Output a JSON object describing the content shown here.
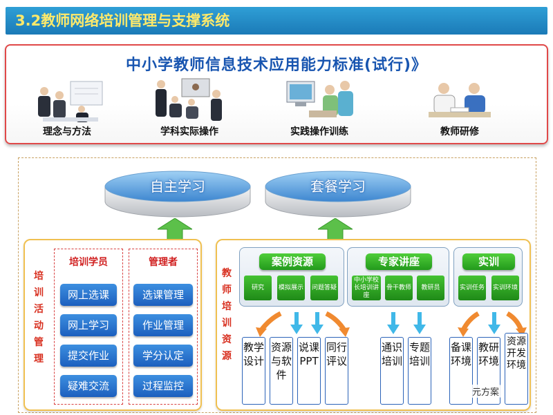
{
  "slide": {
    "title": "3.2教师网络培训管理与支撑系统"
  },
  "standard": {
    "title": "中小学教师信息技术应用能力标准(试行)》",
    "practices": [
      {
        "label": "理念与方法"
      },
      {
        "label": "学科实际操作"
      },
      {
        "label": "实践操作训练"
      },
      {
        "label": "教师研修"
      }
    ]
  },
  "platforms": {
    "self_study": "自主学习",
    "package_study": "套餐学习"
  },
  "training_management": {
    "label": "培训活动管理",
    "trainee_column": {
      "header": "培训学员",
      "items": [
        "网上选课",
        "网上学习",
        "提交作业",
        "疑难交流"
      ]
    },
    "admin_column": {
      "header": "管理者",
      "items": [
        "选课管理",
        "作业管理",
        "学分认定",
        "过程监控"
      ]
    }
  },
  "training_resources": {
    "label": "教师培训资源",
    "groups": [
      {
        "header": "案例资源",
        "subs": [
          "研究",
          "模拟展示",
          "问题答疑"
        ],
        "outputs": [
          "教学设计",
          "资源与软件",
          "说课PPT",
          "同行评议"
        ]
      },
      {
        "header": "专家讲座",
        "subs": [
          "中小学校长培训讲座",
          "骨干教师",
          "教研员"
        ],
        "outputs": [
          "通识培训",
          "专题培训"
        ]
      },
      {
        "header": "实训",
        "subs": [
          "实训任务",
          "实训环境"
        ],
        "outputs": [
          "备课环境",
          "教研环境",
          "资源开发环境"
        ]
      }
    ]
  },
  "watermark": "元方案",
  "colors": {
    "title_bar": "#1b7ab7",
    "title_text": "#ffe96a",
    "standard_title": "#1855b0",
    "accent_red": "#d83020",
    "button_blue": "#1c5fbe",
    "group_green": "#239a1c",
    "arrow_orange": "#f08a30",
    "arrow_cyan": "#40b8e8"
  }
}
